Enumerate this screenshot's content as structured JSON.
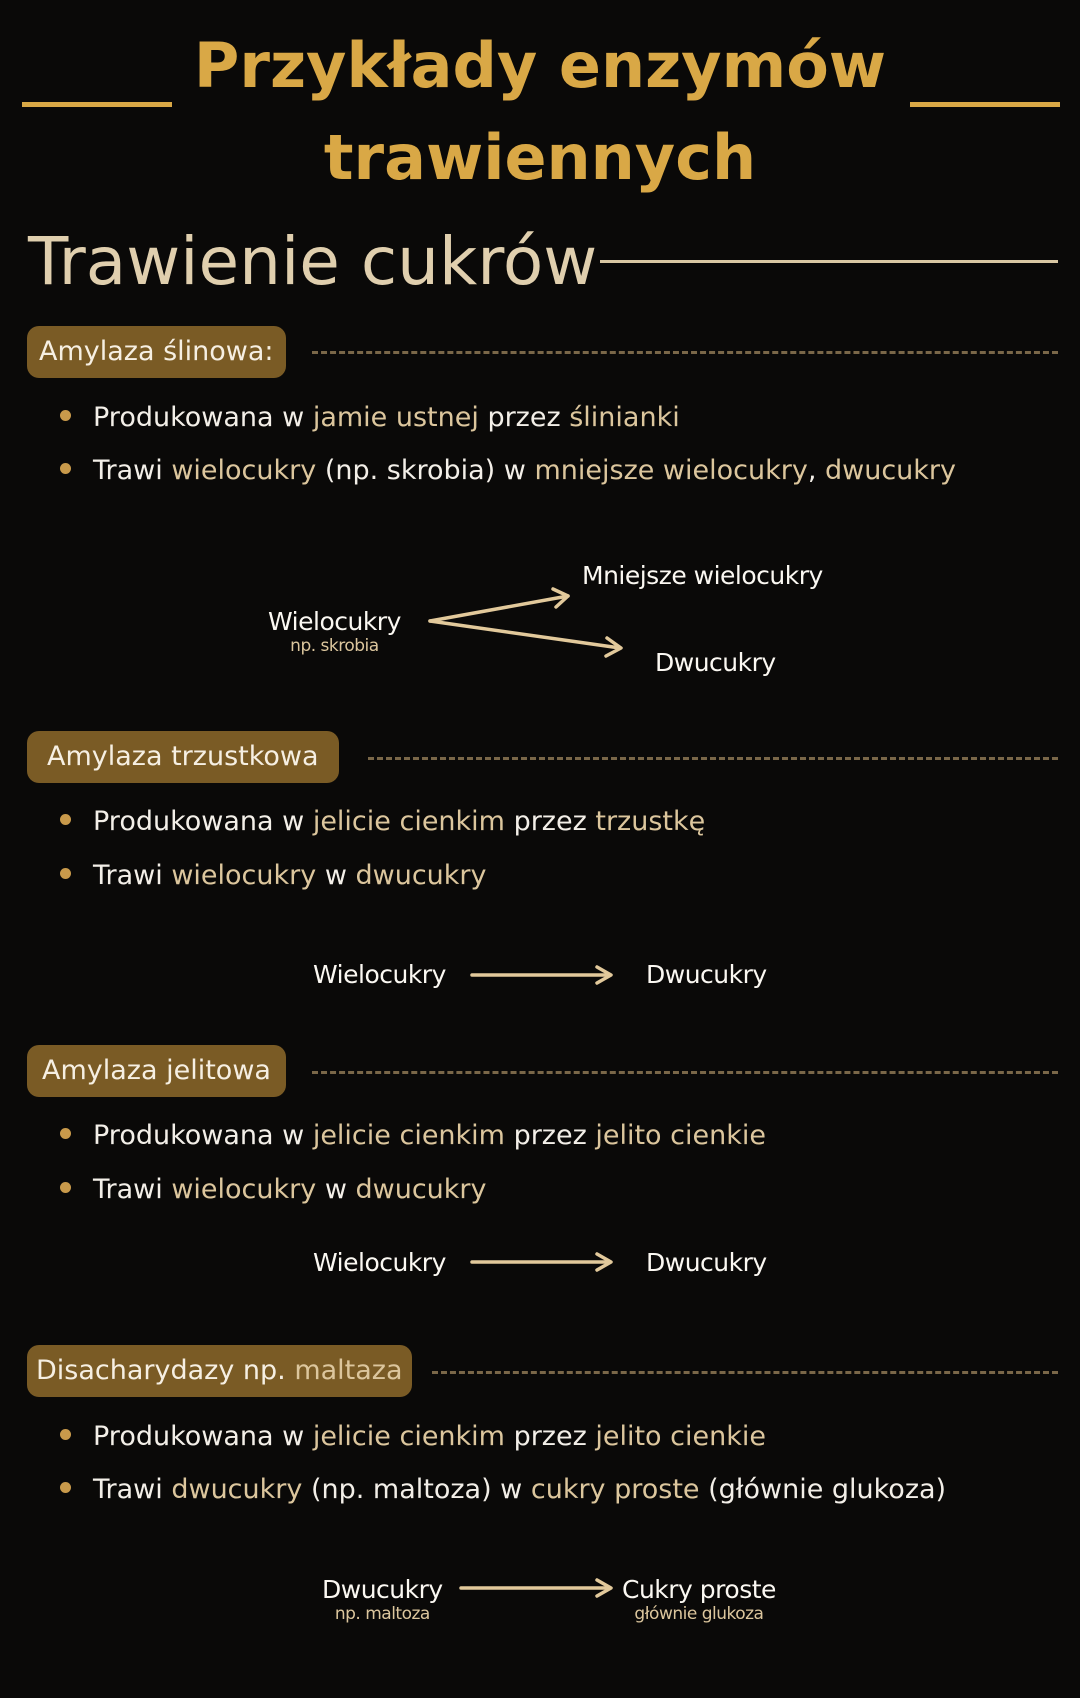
{
  "title": {
    "line1": "Przykłady enzymów",
    "line2": "trawiennych"
  },
  "section_heading": "Trawienie cukrów",
  "colors": {
    "accent": "#d9a846",
    "pill": "#7a5b25",
    "highlight": "#dcc69d",
    "background": "#0a0908"
  },
  "enzymes": [
    {
      "label": "Amylaza ślinowa:",
      "b1": [
        "Produkowana w ",
        "jamie ustnej",
        " przez ",
        "ślinianki"
      ],
      "b2": [
        "Trawi ",
        "wielocukry",
        " (np. skrobia) w ",
        "mniejsze wielocukry",
        ", ",
        "dwucukry"
      ],
      "diagram": {
        "from": "Wielocukry",
        "from_sub": "np. skrobia",
        "to1": "Mniejsze wielocukry",
        "to2": "Dwucukry"
      }
    },
    {
      "label": "Amylaza trzustkowa",
      "b1": [
        "Produkowana w ",
        "jelicie cienkim",
        " przez ",
        "trzustkę"
      ],
      "b2": [
        "Trawi ",
        "wielocukry",
        " w ",
        "dwucukry"
      ],
      "diagram": {
        "from": "Wielocukry",
        "to": "Dwucukry"
      }
    },
    {
      "label": "Amylaza jelitowa",
      "b1": [
        "Produkowana w ",
        "jelicie cienkim",
        " przez ",
        "jelito cienkie"
      ],
      "b2": [
        "Trawi ",
        "wielocukry",
        " w ",
        "dwucukry"
      ],
      "diagram": {
        "from": "Wielocukry",
        "to": "Dwucukry"
      }
    },
    {
      "label": "Disacharydazy np. ",
      "label_hl": "maltaza",
      "b1": [
        "Produkowana w ",
        "jelicie cienkim",
        " przez ",
        "jelito cienkie"
      ],
      "b2": [
        "Trawi ",
        "dwucukry",
        " (np. maltoza) w ",
        "cukry proste",
        " (głównie glukoza)"
      ],
      "diagram": {
        "from": "Dwucukry",
        "from_sub": "np. maltoza",
        "to": "Cukry proste",
        "to_sub": "głównie glukoza"
      }
    }
  ]
}
